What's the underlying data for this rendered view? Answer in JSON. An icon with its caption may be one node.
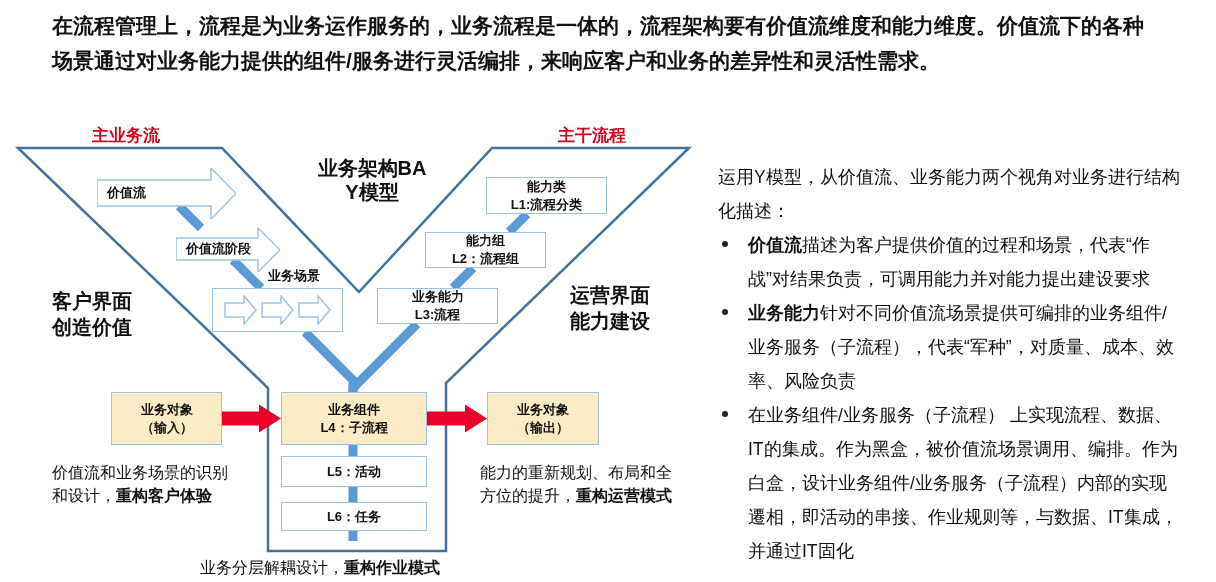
{
  "diagram": {
    "nodes": [
      {
        "text": [
          "价值流"
        ]
      },
      {
        "text": [
          "价值流阶段"
        ]
      },
      {
        "text": [
          "业务场景"
        ]
      },
      {
        "text": [
          "能力类",
          "L1:流程分类"
        ]
      },
      {
        "text": [
          "能力组",
          "L2：流程组"
        ]
      },
      {
        "text": [
          "业务能力",
          "L3:流程"
        ]
      },
      {
        "text": [
          "业务对象",
          "（输入）"
        ]
      },
      {
        "text": [
          "业务组件",
          "L4：子流程"
        ]
      },
      {
        "text": [
          "L5：活动"
        ]
      },
      {
        "text": [
          "L6：任务"
        ]
      },
      {
        "text": [
          "业务对象",
          "（输出）"
        ]
      }
    ],
    "edges": [
      {
        "from": 0,
        "to": 1,
        "arrow": "none"
      },
      {
        "from": 1,
        "to": 2,
        "arrow": "none"
      },
      {
        "from": 2,
        "to": 7,
        "arrow": "none"
      },
      {
        "from": 3,
        "to": 4,
        "arrow": "none"
      },
      {
        "from": 4,
        "to": 5,
        "arrow": "none"
      },
      {
        "from": 5,
        "to": 7,
        "arrow": "none"
      },
      {
        "from": 6,
        "to": 7,
        "arrow": "to",
        "color": "#e8002a"
      },
      {
        "from": 7,
        "to": 10,
        "arrow": "to",
        "color": "#e8002a"
      },
      {
        "from": 7,
        "to": 8,
        "arrow": "none"
      },
      {
        "from": 8,
        "to": 9,
        "arrow": "none"
      }
    ],
    "labels": [
      "在流程管理上，流程是为业务运作服务的，业务流程是一体的，流程架构要有价值流维度和能力维度。价值流下的各种场景通过对业务能力提供的组件/服务进行灵活编排，来响应客户和业务的差异性和灵活性需求。",
      "主业务流",
      "业务架构BA Y模型",
      "主干流程",
      "客户界面创造价值",
      "运营界面能力建设",
      "价值流和业务场景的识别和设计，**重构客户体验**",
      "能力的重新规划、布局和全方位的提升，**重构运营模式**",
      "业务分层解耦设计，**重构作业模式**",
      "运用Y模型，从价值流、业务能力两个视角对业务进行结构化描述：",
      "**价值流**描述为客户提供价值的过程和场景，代表“作战”对结果负责，可调用能力并对能力提出建设要求",
      "**业务能力**针对不同价值流场景提供可编排的业务组件/业务服务（子流程），代表“军种”，对质量、成本、效率、风险负责",
      "在业务组件/业务服务（子流程） 上实现流程、数据、IT的集成。作为黑盒，被价值流场景调用、编排。作为白盒，设计业务组件/业务服务（子流程）内部的实现遷相，即活动的串接、作业规则等，与数据、IT集成，并通过IT固化"
    ]
  }
}
